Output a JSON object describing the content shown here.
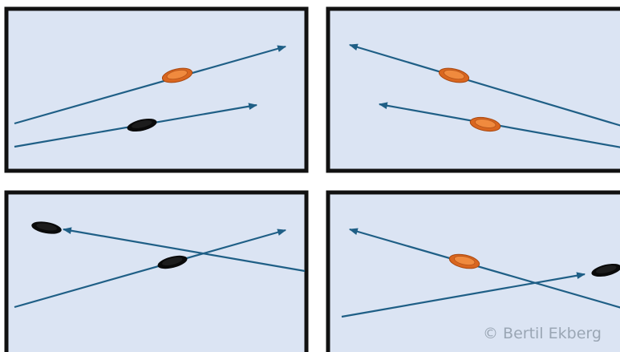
{
  "colors": {
    "panel_background": "#dbe4f3",
    "gap_background": "#ffffff",
    "panel_border": "#111111",
    "trajectory_arrow": "#1f5f86",
    "orange_disc": "#d9661f",
    "orange_disc_highlight": "#f08a3e",
    "black_disc": "#0a0a0a"
  },
  "panels": [
    {
      "name": "top-left",
      "discs": [
        "orange",
        "black"
      ]
    },
    {
      "name": "top-right",
      "discs": [
        "orange",
        "orange"
      ]
    },
    {
      "name": "bottom-left",
      "discs": [
        "black",
        "black"
      ]
    },
    {
      "name": "bottom-right",
      "discs": [
        "orange",
        "black"
      ]
    }
  ],
  "copyright": "© Bertil Ekberg"
}
